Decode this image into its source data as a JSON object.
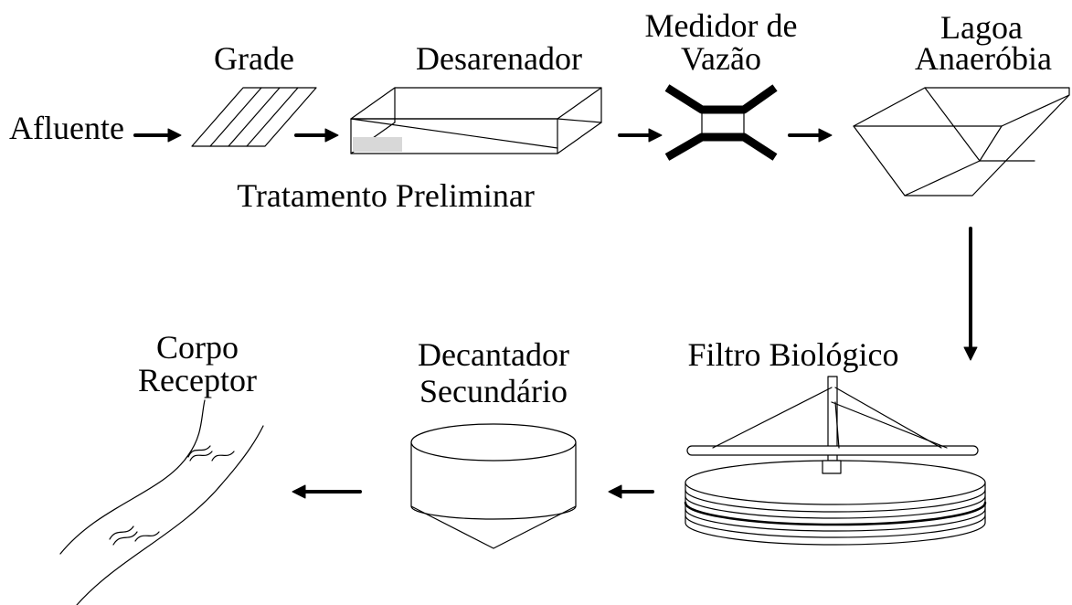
{
  "diagram": {
    "preliminary_treatment_label": "Tratamento Preliminar",
    "nodes": {
      "afluente": {
        "label": "Afluente"
      },
      "grade": {
        "label": "Grade"
      },
      "desarenador": {
        "label": "Desarenador"
      },
      "medidor_vazao": {
        "line1": "Medidor de",
        "line2": "Vazão"
      },
      "lagoa_anaerobia": {
        "line1": "Lagoa",
        "line2": "Anaeróbia"
      },
      "filtro_biologico": {
        "label": "Filtro Biológico"
      },
      "decantador_secundario": {
        "line1": "Decantador",
        "line2": "Secundário"
      },
      "corpo_receptor": {
        "line1": "Corpo",
        "line2": "Receptor"
      }
    },
    "flow": [
      "afluente",
      "grade",
      "desarenador",
      "medidor_vazao",
      "lagoa_anaerobia",
      "filtro_biologico",
      "decantador_secundario",
      "corpo_receptor"
    ],
    "colors": {
      "stroke": "#000000",
      "background": "#ffffff"
    }
  }
}
